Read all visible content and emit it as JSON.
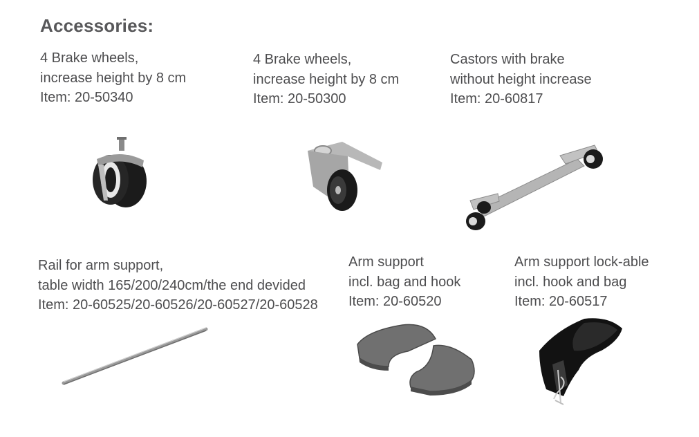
{
  "title": "Accessories:",
  "items": [
    {
      "line1": "4 Brake wheels,",
      "line2": "increase height by 8 cm",
      "item": "Item: 20-50340",
      "image": "brake-wheel-icon"
    },
    {
      "line1": "4 Brake wheels,",
      "line2": "increase height by 8 cm",
      "item": "Item: 20-50300",
      "image": "brake-wheel-bracket-icon"
    },
    {
      "line1": "Castors with brake",
      "line2": "without height increase",
      "item": "Item: 20-60817",
      "image": "castor-bar-icon"
    },
    {
      "line1": "Rail for arm support,",
      "line2": "table width 165/200/240cm/the end devided",
      "item": "Item: 20-60525/20-60526/20-60527/20-60528",
      "image": "rail-icon"
    },
    {
      "line1": "Arm support",
      "line2": "incl. bag and hook",
      "item": "Item: 20-60520",
      "image": "arm-support-pads-icon"
    },
    {
      "line1": "Arm support lock-able",
      "line2": "incl. hook and bag",
      "item": "Item: 20-60517",
      "image": "arm-support-lockable-icon"
    }
  ]
}
